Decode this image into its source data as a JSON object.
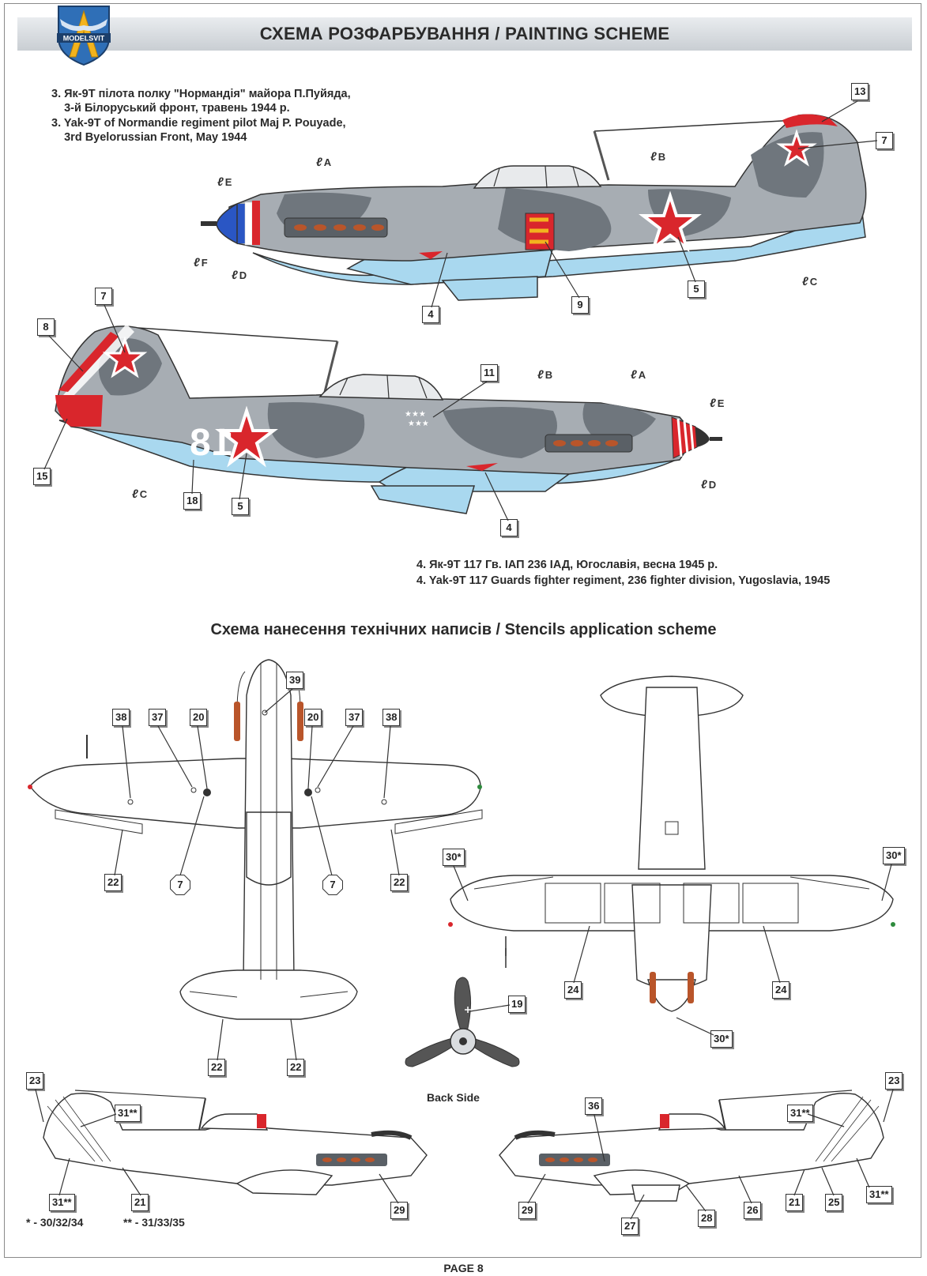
{
  "header": {
    "title": "СХЕМА РОЗФАРБУВАННЯ  / PAINTING  SCHEME",
    "logo_text": "MODELSVIT"
  },
  "profile3": {
    "caption_lines": [
      "3. Як-9Т пілота полку \"Нормандія\" майора П.Пуйяда,",
      "    3-й Білоруський фронт, травень 1944 р.",
      "3. Yak-9T of Normandie regiment pilot Maj P. Pouyade,",
      "    3rd Byelorussian Front, May 1944"
    ],
    "refs": [
      "13",
      "7",
      "5",
      "9",
      "4"
    ],
    "paints": [
      "A",
      "B",
      "C",
      "D",
      "E",
      "F"
    ]
  },
  "profile4": {
    "caption_lines": [
      "4. Як-9Т 117 Гв. ІАП 236 ІАД, Югославія, весна 1945 р.",
      "4. Yak-9T 117 Guards fighter regiment, 236 fighter division, Yugoslavia, 1945"
    ],
    "refs": [
      "7",
      "8",
      "11",
      "15",
      "18",
      "5",
      "4"
    ],
    "paints": [
      "B",
      "A",
      "E",
      "C",
      "D"
    ],
    "tail_number": "18"
  },
  "stencils": {
    "title": "Схема нанесення технічних написів / Stencils application scheme",
    "top_view_refs": [
      "39",
      "38",
      "37",
      "20",
      "20",
      "37",
      "38",
      "7",
      "7",
      "22",
      "22",
      "22",
      "22"
    ],
    "bottom_view_refs": [
      "30*",
      "30*",
      "24",
      "24",
      "30*"
    ],
    "prop_refs": [
      "19"
    ],
    "back_side_label": "Back Side",
    "left_side_refs": [
      "23",
      "31**",
      "31**",
      "21",
      "29"
    ],
    "right_side_refs": [
      "36",
      "31**",
      "23",
      "29",
      "27",
      "28",
      "26",
      "21",
      "25",
      "31**"
    ]
  },
  "footnotes": {
    "single": "* - 30/32/34",
    "double": "** - 31/33/35"
  },
  "page": {
    "label": "PAGE 8"
  },
  "colors": {
    "grey_light": "#a7adb3",
    "grey_dark": "#6f767d",
    "under_blue": "#a9d8ef",
    "star_red": "#d9262c",
    "outline": "#333333"
  }
}
